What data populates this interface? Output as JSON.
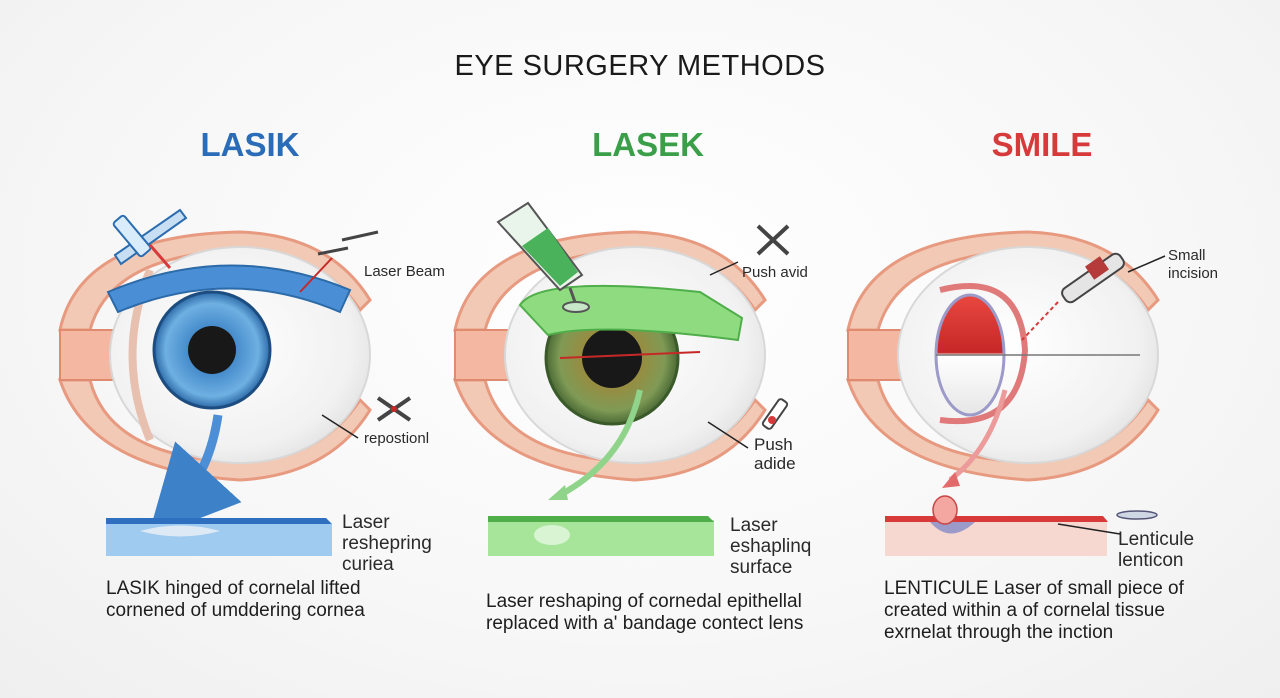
{
  "title": "EYE SURGERY METHODS",
  "methods": {
    "lasik": {
      "name": "LASIK",
      "color": "#2a6cb8",
      "labels": {
        "laser_beam": "Laser Beam",
        "reposition": "repostionl"
      },
      "layer_label": [
        "Laser",
        "reshepring",
        "curiea"
      ],
      "description": [
        "LASIK hinged of cornelal lifted",
        "cornened of umddering cornea"
      ]
    },
    "lasek": {
      "name": "LASEK",
      "color": "#3a9f48",
      "labels": {
        "push_avid": "Push avid",
        "push_adide": [
          "Push",
          "adide"
        ]
      },
      "layer_label": [
        "Laser",
        "eshaplinq",
        "surface"
      ],
      "description": [
        "Laser reshaping of cornedal epithellal",
        "replaced with a' bandage contect lens"
      ]
    },
    "smile": {
      "name": "SMILE",
      "color": "#d63a3a",
      "labels": {
        "small_incision": [
          "Small",
          "incision"
        ]
      },
      "layer_label": [
        "Lenticule",
        "lenticon"
      ],
      "description": [
        "LENTICULE Laser of small piece of",
        "created within a of cornelal tissue",
        "exrnelat through the inction"
      ]
    }
  }
}
